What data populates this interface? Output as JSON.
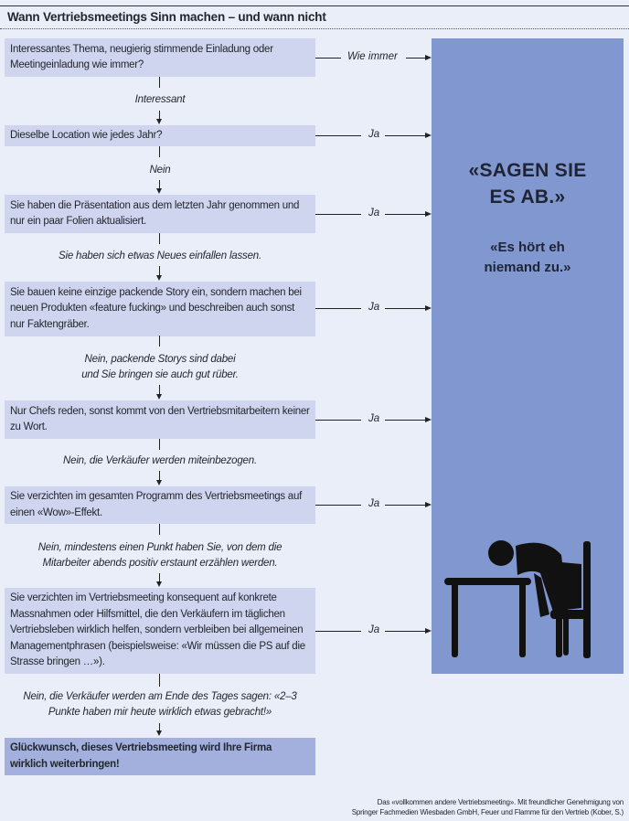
{
  "title": "Wann Vertriebsmeetings Sinn machen – und wann nicht",
  "steps": [
    {
      "question": "Interessantes Thema, neugierig stimmende Einladung oder Meetingeinladung wie immer?",
      "side_label": "Wie immer",
      "next_label": "Interessant"
    },
    {
      "question": "Dieselbe Location wie jedes Jahr?",
      "side_label": "Ja",
      "next_label": "Nein"
    },
    {
      "question": "Sie haben die Präsentation aus dem letzten Jahr genommen und nur ein paar Folien aktualisiert.",
      "side_label": "Ja",
      "next_label": "Sie haben sich etwas Neues einfallen lassen."
    },
    {
      "question": "Sie bauen keine einzige packende Story ein, sondern machen bei neuen Produkten «feature fucking» und beschreiben auch sonst nur Faktengräber.",
      "side_label": "Ja",
      "next_label": "Nein, packende Storys sind dabei und Sie bringen sie auch gut rüber."
    },
    {
      "question": "Nur Chefs reden, sonst kommt von den Vertriebsmitarbeitern keiner zu Wort.",
      "side_label": "Ja",
      "next_label": "Nein, die Verkäufer werden miteinbezogen."
    },
    {
      "question": "Sie verzichten im gesamten Programm des Vertriebsmeetings auf einen «Wow»-Effekt.",
      "side_label": "Ja",
      "next_label": "Nein, mindestens einen Punkt haben Sie, von dem die Mitarbeiter abends positiv erstaunt erzählen werden."
    },
    {
      "question": "Sie verzichten im Vertriebsmeeting konsequent auf konkrete Massnahmen oder Hilfsmittel, die den Verkäufern im täglichen Vertriebsleben wirklich helfen, sondern verbleiben bei allgemeinen Managementphrasen (beispielsweise: «Wir müssen die PS auf die Strasse bringen …»).",
      "side_label": "Ja",
      "next_label": "Nein, die Verkäufer werden am Ende des Tages sagen: «2–3 Punkte haben mir heute wirklich etwas gebracht!»"
    }
  ],
  "final": "Glückwunsch, dieses Vertriebsmeeting wird Ihre Firma wirklich weiterbringen!",
  "panel": {
    "headline": "«SAGEN SIE ES AB.»",
    "subline": "«Es hört eh niemand zu.»",
    "icon": "person-asleep-at-desk-icon"
  },
  "credit_line1": "Das «vollkommen andere Vertriebsmeeting». Mit freundlicher Genehmigung von",
  "credit_line2": "Springer Fachmedien Wiesbaden GmbH, Feuer und Flamme für den Vertrieb (Kober, S.)",
  "colors": {
    "background": "#e9eef8",
    "box": "#cfd5ee",
    "final_box": "#a3b0dd",
    "panel": "#8197d0"
  }
}
